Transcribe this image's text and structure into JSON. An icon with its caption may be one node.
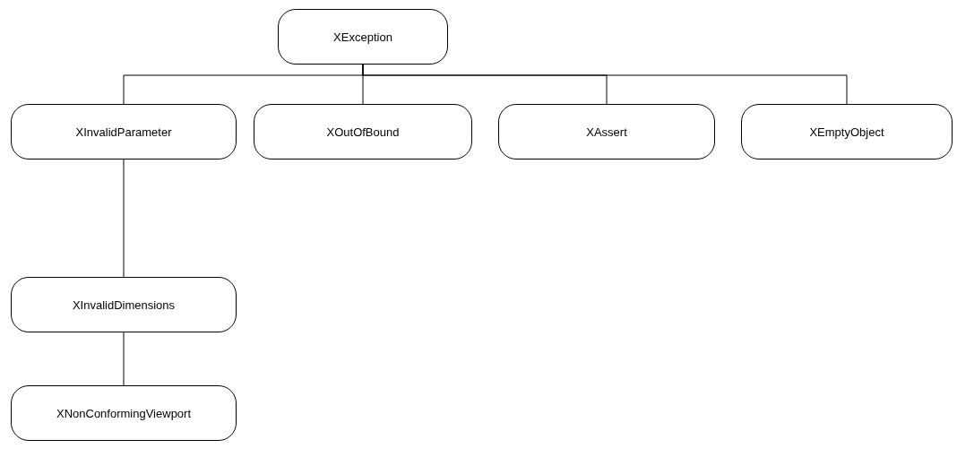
{
  "diagram": {
    "nodes": [
      {
        "text": [
          "XException"
        ]
      },
      {
        "text": [
          "XInvalidParameter"
        ]
      },
      {
        "text": [
          "XOutOfBound"
        ]
      },
      {
        "text": [
          "XAssert"
        ]
      },
      {
        "text": [
          "XEmptyObject"
        ]
      },
      {
        "text": [
          "XInvalidDimensions"
        ]
      },
      {
        "text": [
          "XNonConformingViewport"
        ]
      }
    ],
    "edges": [
      {
        "from": 0,
        "to": 1,
        "arrow": "none"
      },
      {
        "from": 0,
        "to": 2,
        "arrow": "none"
      },
      {
        "from": 0,
        "to": 3,
        "arrow": "none"
      },
      {
        "from": 0,
        "to": 4,
        "arrow": "none"
      },
      {
        "from": 1,
        "to": 5,
        "arrow": "none"
      },
      {
        "from": 5,
        "to": 6,
        "arrow": "none"
      }
    ]
  }
}
